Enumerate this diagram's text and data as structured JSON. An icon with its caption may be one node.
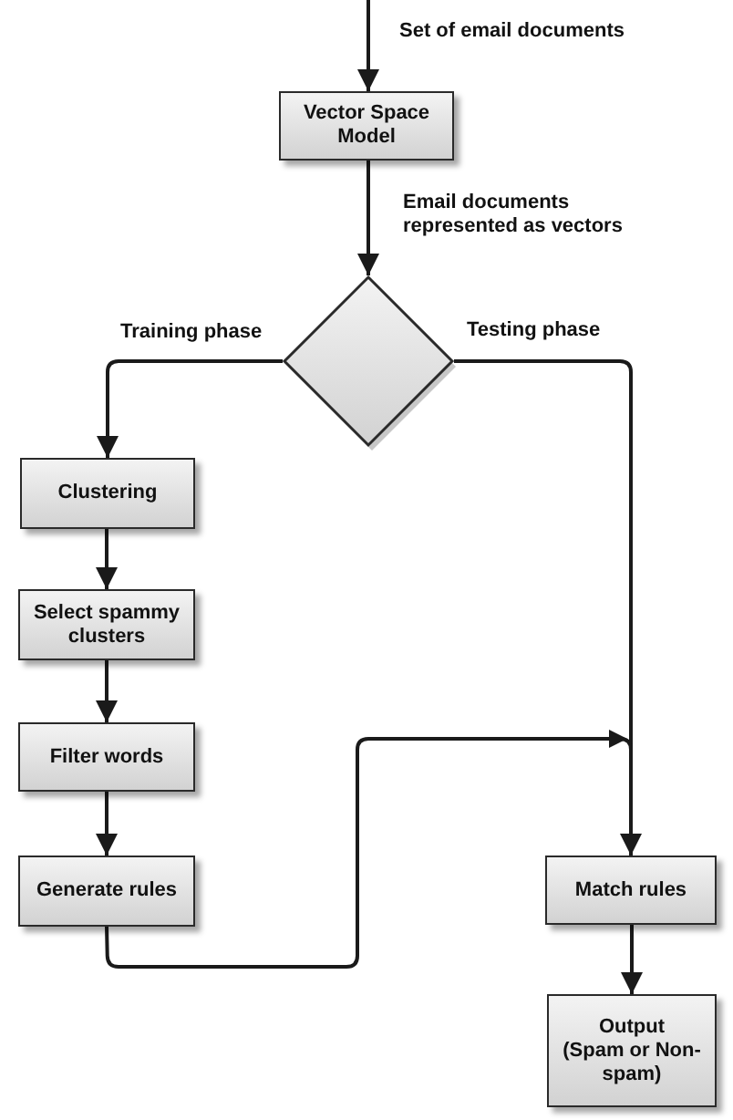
{
  "diagram": {
    "nodes": [
      {
        "text": [
          "Vector Space Model"
        ]
      },
      {
        "text": [],
        "shape": "diamond"
      },
      {
        "text": [
          "Clustering"
        ]
      },
      {
        "text": [
          "Select spammy clusters"
        ]
      },
      {
        "text": [
          "Filter words"
        ]
      },
      {
        "text": [
          "Generate rules"
        ]
      },
      {
        "text": [
          "Match rules"
        ]
      },
      {
        "text": [
          "Output",
          "(Spam or Non-spam)"
        ]
      }
    ],
    "edges": [
      {
        "from": null,
        "to": 0,
        "arrow": "to",
        "label": "Set of email documents"
      },
      {
        "from": 0,
        "to": 1,
        "arrow": "to",
        "label": "Email documents represented as vectors"
      },
      {
        "from": 1,
        "to": 2,
        "arrow": "to",
        "label": "Training phase"
      },
      {
        "from": 1,
        "to": 6,
        "arrow": "to",
        "label": "Testing phase"
      },
      {
        "from": 2,
        "to": 3,
        "arrow": "to"
      },
      {
        "from": 3,
        "to": 4,
        "arrow": "to"
      },
      {
        "from": 4,
        "to": 5,
        "arrow": "to"
      },
      {
        "from": 5,
        "to": 6,
        "arrow": "to"
      },
      {
        "from": 6,
        "to": 7,
        "arrow": "to"
      }
    ]
  }
}
